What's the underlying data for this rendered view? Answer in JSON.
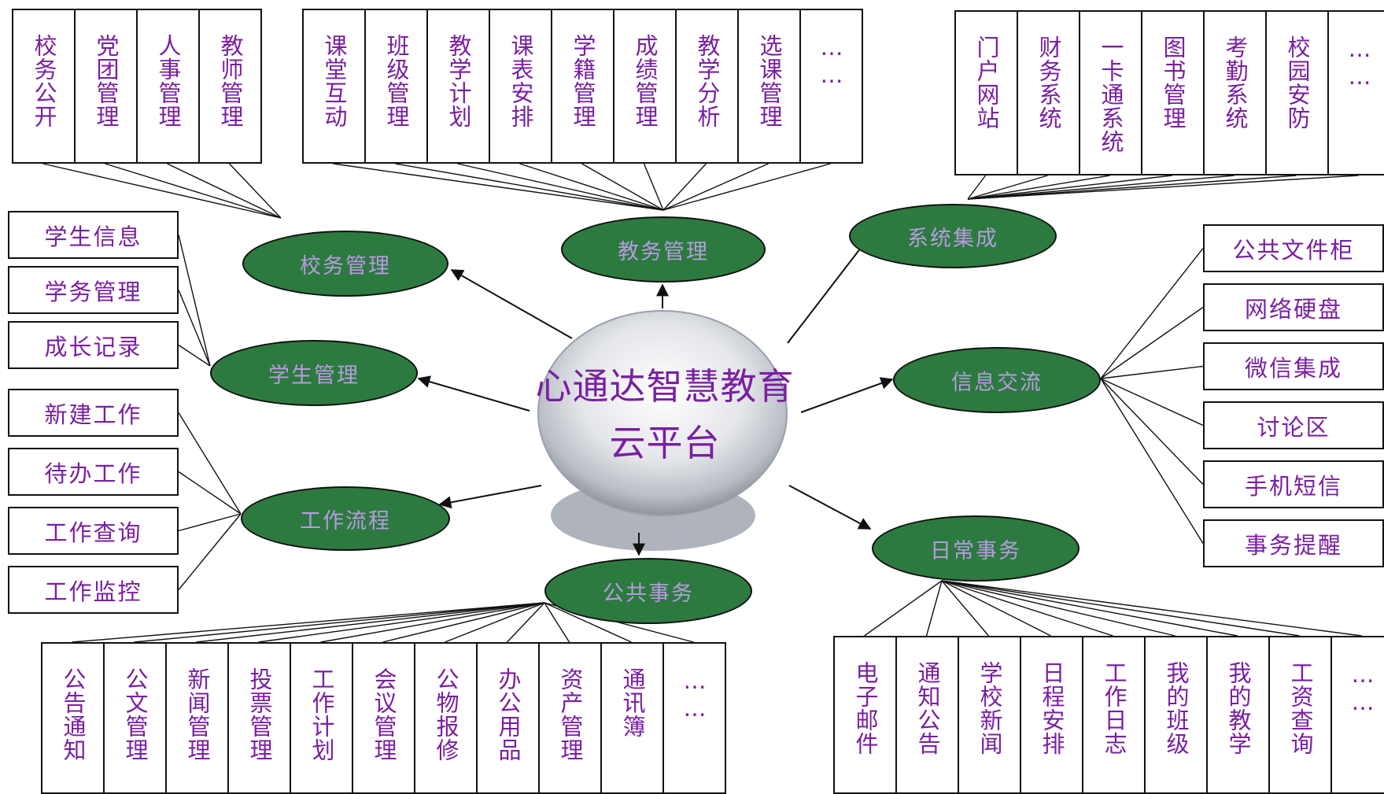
{
  "center": {
    "line1": "心通达智慧教育",
    "line2": "云平台"
  },
  "colors": {
    "hub_fill": "#2c7a3f",
    "hub_text": "#b79be0",
    "item_text": "#7a1fa2",
    "background": "#ffffff"
  },
  "hubs": {
    "xiaowu": "校务管理",
    "jiaowu": "教务管理",
    "xitong": "系统集成",
    "xuesheng": "学生管理",
    "xinxi": "信息交流",
    "gongzuo": "工作流程",
    "richang": "日常事务",
    "gonggong": "公共事务"
  },
  "groups": {
    "xiaowu": [
      "校务公开",
      "党团管理",
      "人事管理",
      "教师管理"
    ],
    "jiaowu": [
      "课堂互动",
      "班级管理",
      "教学计划",
      "课表安排",
      "学籍管理",
      "成绩管理",
      "教学分析",
      "选课管理",
      "……"
    ],
    "xitong": [
      "门户网站",
      "财务系统",
      "一卡通系统",
      "图书管理",
      "考勤系统",
      "校园安防",
      "……"
    ],
    "xuesheng": [
      "学生信息",
      "学务管理",
      "成长记录"
    ],
    "gongzuo": [
      "新建工作",
      "待办工作",
      "工作查询",
      "工作监控"
    ],
    "xinxi": [
      "公共文件柜",
      "网络硬盘",
      "微信集成",
      "讨论区",
      "手机短信",
      "事务提醒"
    ],
    "gonggong": [
      "公告通知",
      "公文管理",
      "新闻管理",
      "投票管理",
      "工作计划",
      "会议管理",
      "公物报修",
      "办公用品",
      "资产管理",
      "通讯簿",
      "……"
    ],
    "richang": [
      "电子邮件",
      "通知公告",
      "学校新闻",
      "日程安排",
      "工作日志",
      "我的班级",
      "我的教学",
      "工资查询",
      "……"
    ]
  }
}
